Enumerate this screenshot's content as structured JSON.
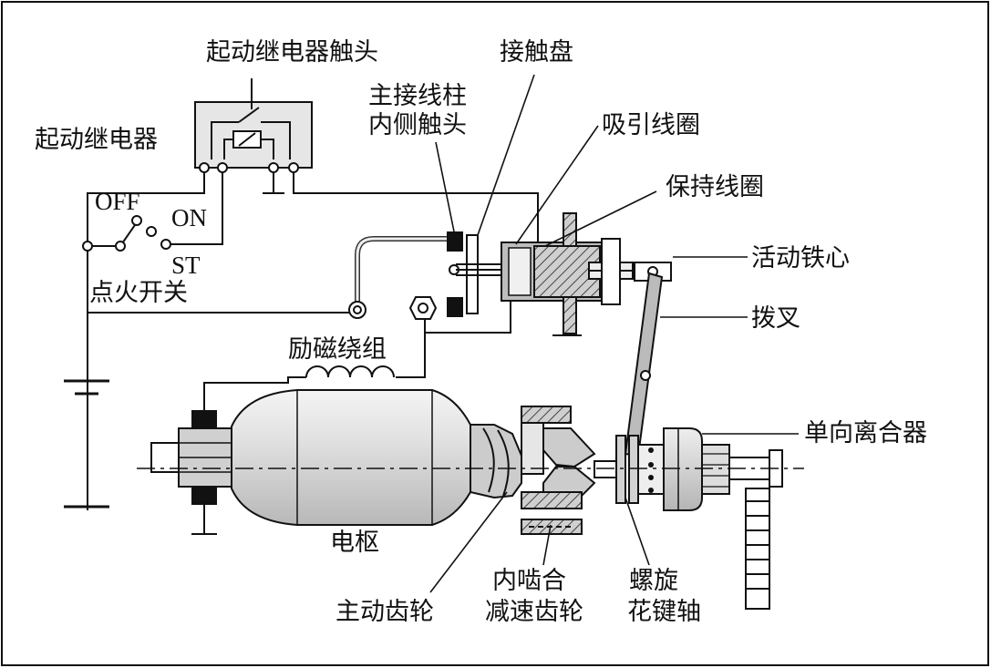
{
  "labels": {
    "start_relay_contact": "起动继电器触头",
    "contact_disc": "接触盘",
    "main_terminal_line1": "主接线柱",
    "main_terminal_line2": "内侧触头",
    "start_relay": "起动继电器",
    "pull_in_coil": "吸引线圈",
    "hold_in_coil": "保持线圈",
    "switch_off": "OFF",
    "switch_on": "ON",
    "switch_st": "ST",
    "ignition_switch": "点火开关",
    "plunger": "活动铁心",
    "shift_fork": "拨叉",
    "field_winding": "励磁绕组",
    "one_way_clutch": "单向离合器",
    "armature": "电枢",
    "internal_gear_line1": "内啮合",
    "internal_gear_line2": "减速齿轮",
    "helical_spline_line1": "螺旋",
    "helical_spline_line2": "花键轴",
    "drive_gear": "主动齿轮"
  },
  "colors": {
    "line": "#111111",
    "part_fill": "#dcdcdc",
    "part_light": "#f2f2f2",
    "part_dark": "#9a9a9a",
    "terminal_black": "#111111"
  }
}
